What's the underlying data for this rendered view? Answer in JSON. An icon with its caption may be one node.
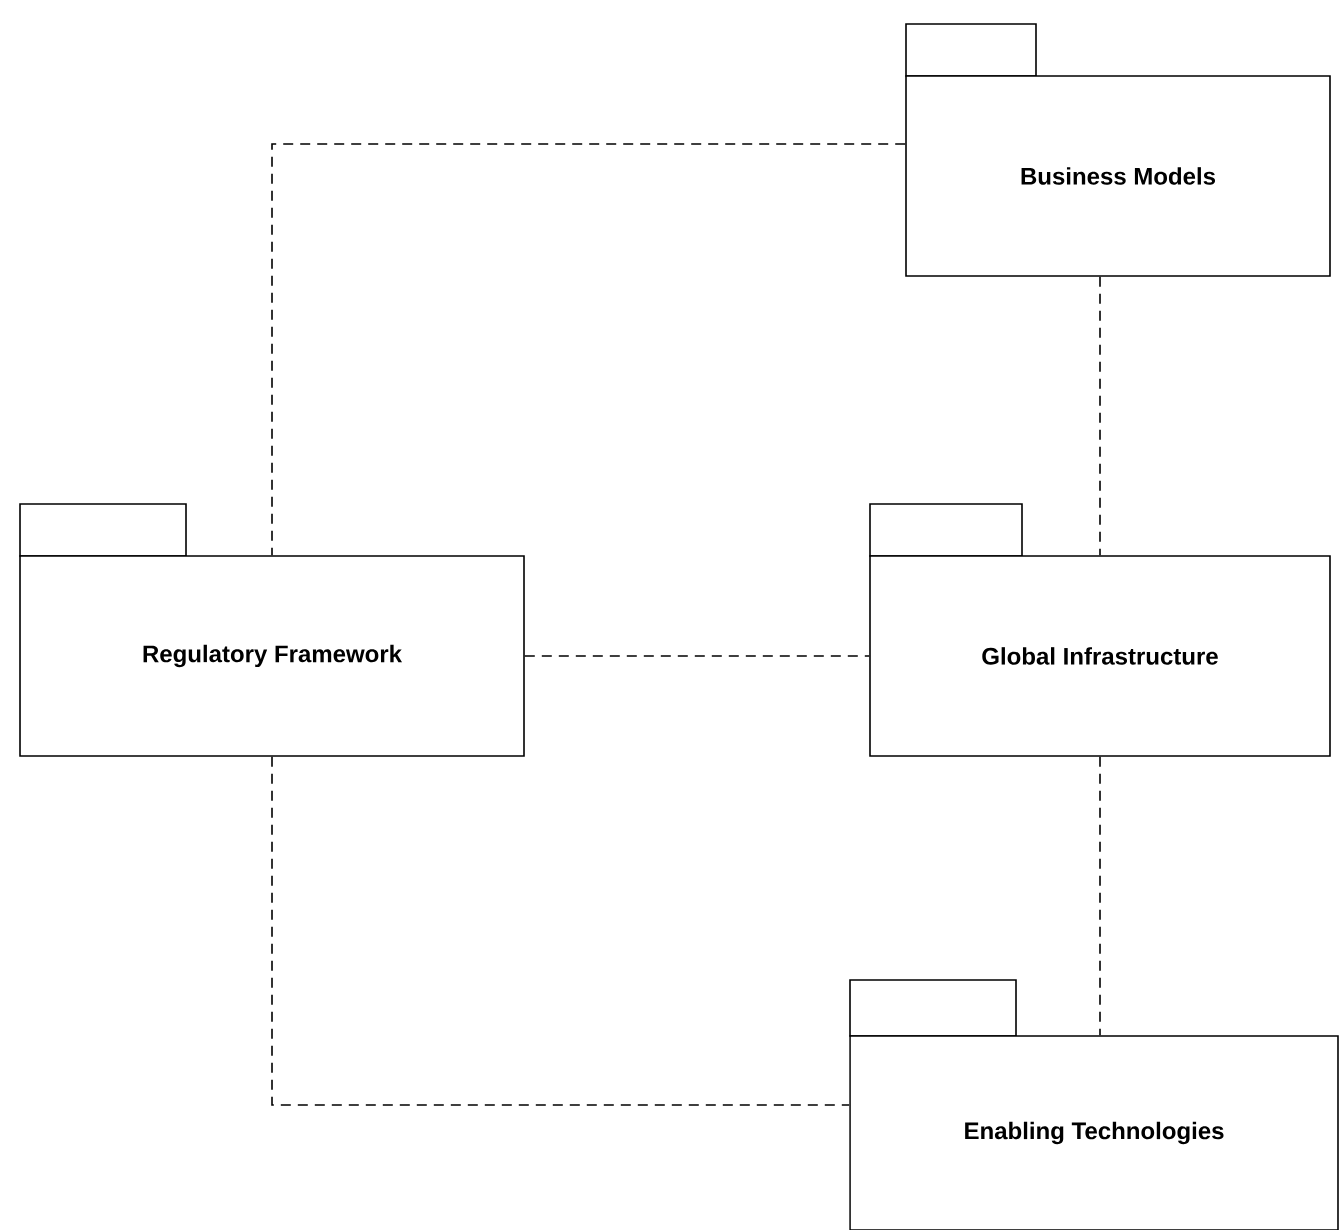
{
  "diagram": {
    "nodes": [
      {
        "text": [
          "Business Models"
        ]
      },
      {
        "text": [
          "Regulatory Framework"
        ]
      },
      {
        "text": [
          "Global Infrastructure"
        ]
      },
      {
        "text": [
          "Enabling Technologies"
        ]
      }
    ],
    "edges": [
      {
        "from": 0,
        "to": 1,
        "arrow": "none",
        "style": "dashed"
      },
      {
        "from": 0,
        "to": 2,
        "arrow": "none",
        "style": "dashed"
      },
      {
        "from": 1,
        "to": 2,
        "arrow": "none",
        "style": "dashed"
      },
      {
        "from": 2,
        "to": 3,
        "arrow": "none",
        "style": "dashed"
      },
      {
        "from": 1,
        "to": 3,
        "arrow": "none",
        "style": "dashed"
      }
    ]
  }
}
